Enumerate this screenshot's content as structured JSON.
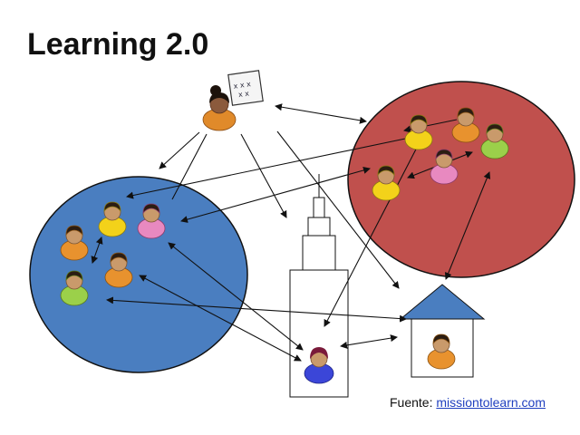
{
  "title": "Learning 2.0",
  "caption": {
    "prefix": "Fuente: ",
    "link_text": "missiontolearn.com"
  },
  "colors": {
    "blue_group": "#4a7ec0",
    "red_group": "#c0504d",
    "house": "#4a7ec0",
    "arrow": "#111111"
  }
}
